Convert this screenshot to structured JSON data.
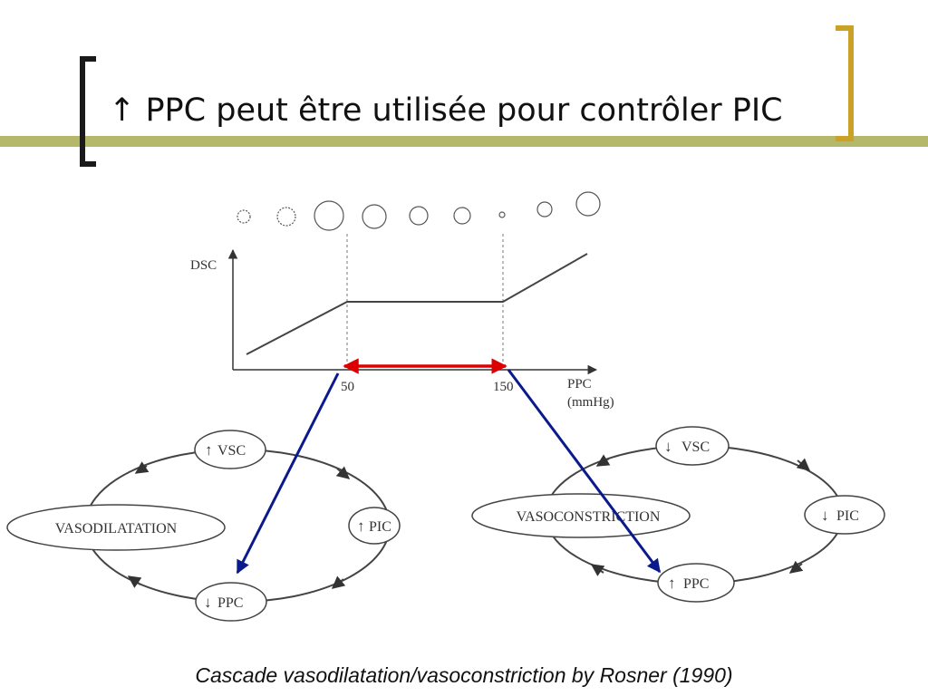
{
  "slide": {
    "title": "↑ PPC peut être utilisée pour contrôler PIC",
    "caption": "Cascade vasodilatation/vasoconstriction by Rosner (1990)",
    "colors": {
      "band": "#b5b86a",
      "bracket_left": "#1a1a1a",
      "bracket_right": "#c9a227",
      "range_arrow": "#dd0000",
      "link_arrows": "#0a1a8c"
    }
  },
  "graph": {
    "y_label": "DSC",
    "x_label_line1": "PPC",
    "x_label_line2": "(mmHg)",
    "tick_50": "50",
    "tick_150": "150"
  },
  "cycle_left": {
    "center_label": "VASODILATATION",
    "node_top": "VSC",
    "node_top_arrow": "↑",
    "node_right": "PIC",
    "node_right_arrow": "↑",
    "node_bottom": "PPC",
    "node_bottom_arrow": "↓"
  },
  "cycle_right": {
    "center_label": "VASOCONSTRICTION",
    "node_top": "VSC",
    "node_top_arrow": "↓",
    "node_right": "PIC",
    "node_right_arrow": "↓",
    "node_bottom": "PPC",
    "node_bottom_arrow": "↑"
  }
}
